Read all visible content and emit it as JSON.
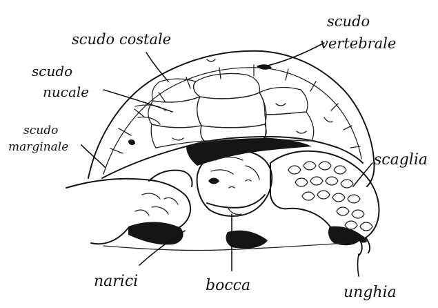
{
  "labels": {
    "scudo_costale": "scudo costale",
    "scudo_vertebrale_1": "scudo",
    "scudo_vertebrale_2": "vertebrale",
    "scudo_nucale_1": "scudo",
    "scudo_nucale_2": "nucale",
    "scudo_marginale_1": "scudo",
    "scudo_marginale_2": "marginale",
    "scaglia": "scaglia",
    "narici": "narici",
    "bocca": "bocca",
    "unghia": "unghia"
  }
}
